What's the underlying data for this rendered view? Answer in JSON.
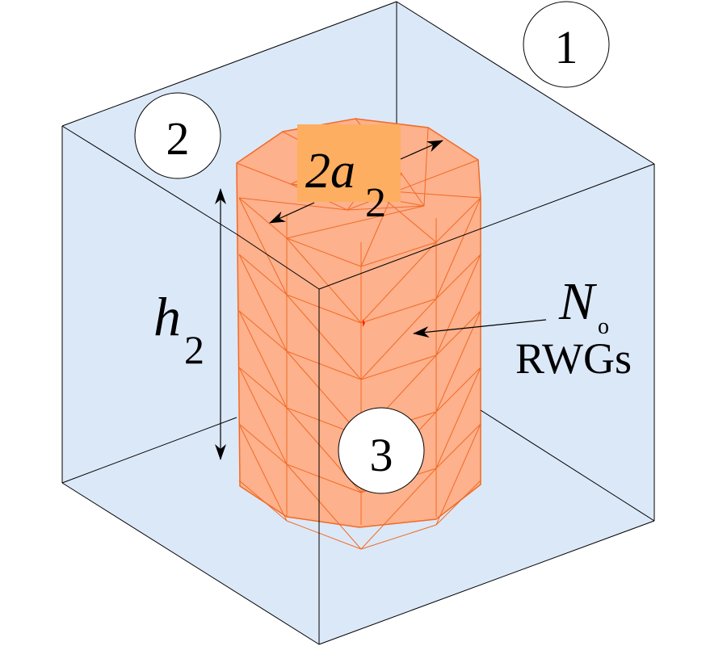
{
  "diagram": {
    "type": "3D mesh domain illustration",
    "colors": {
      "box_fill": "#dbe8f8",
      "box_edge": "#000000",
      "cylinder_fill": "#fdb18c",
      "cylinder_mesh": "#f26a24",
      "label_box_fill": "#fdae60",
      "circle_fill": "#ffffff"
    },
    "regions": [
      {
        "id": "region-1",
        "label": "1"
      },
      {
        "id": "region-2",
        "label": "2"
      },
      {
        "id": "region-3",
        "label": "3"
      }
    ],
    "dimensions": {
      "diameter": {
        "main": "2a",
        "sub": "2"
      },
      "height": {
        "main": "h",
        "sub": "2"
      }
    },
    "annotation": {
      "symbol": "N",
      "subscript": "o",
      "text": "RWGs"
    }
  }
}
